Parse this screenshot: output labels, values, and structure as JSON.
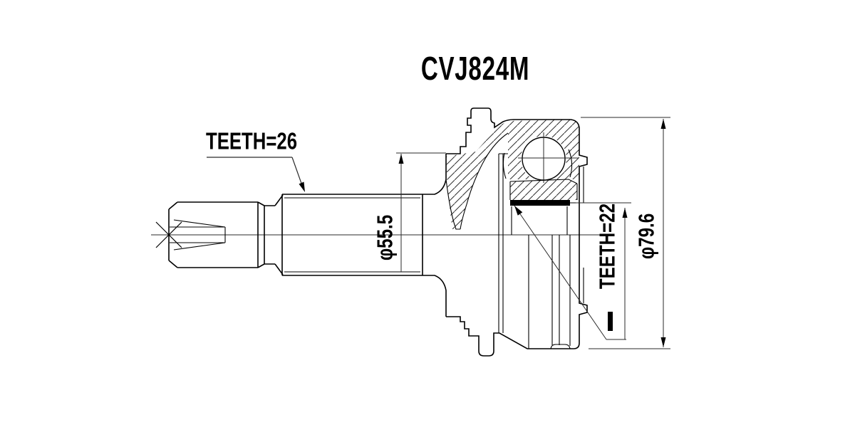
{
  "title": "CVJ824M",
  "annotations": {
    "teeth_outboard": "TEETH=26",
    "shaft_diameter": "φ55.5",
    "teeth_inboard": "TEETH=22",
    "outer_diameter": "φ79.6"
  },
  "colors": {
    "background": "#ffffff",
    "line": "#000000",
    "dimension_line": "#2a2a2a"
  }
}
